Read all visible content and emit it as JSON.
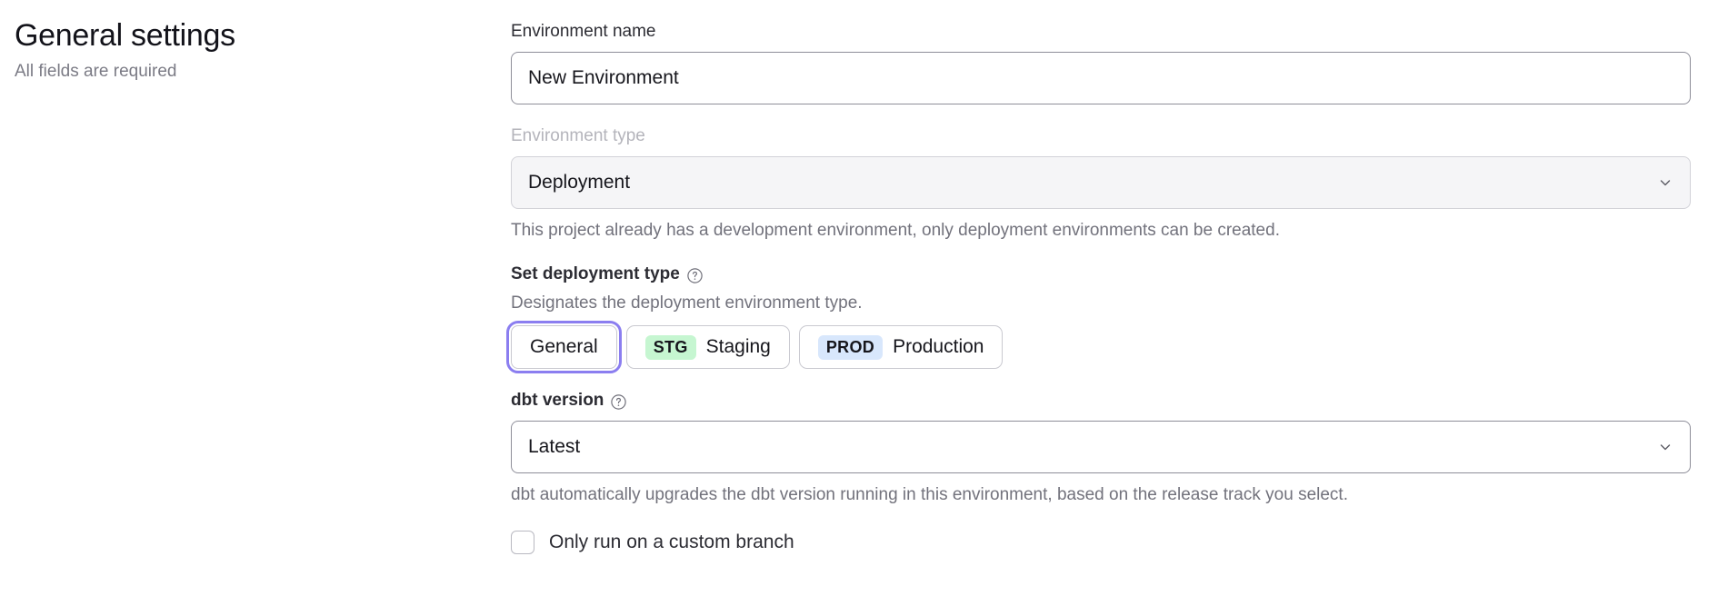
{
  "left": {
    "title": "General settings",
    "subtitle": "All fields are required"
  },
  "form": {
    "environment_name": {
      "label": "Environment name",
      "value": "New Environment"
    },
    "environment_type": {
      "label": "Environment type",
      "value": "Deployment",
      "disabled": true,
      "helper": "This project already has a development environment, only deployment environments can be created.",
      "chevron": "chevron-down-icon"
    },
    "deployment_type": {
      "label": "Set deployment type",
      "help_icon": "help-circle-icon",
      "description": "Designates the deployment environment type.",
      "options": [
        {
          "label": "General",
          "badge": "",
          "selected": true
        },
        {
          "label": "Staging",
          "badge": "STG",
          "selected": false
        },
        {
          "label": "Production",
          "badge": "PROD",
          "selected": false
        }
      ]
    },
    "dbt_version": {
      "label": "dbt version",
      "help_icon": "help-circle-icon",
      "value": "Latest",
      "helper": "dbt automatically upgrades the dbt version running in this environment, based on the release track you select.",
      "chevron": "chevron-down-icon"
    },
    "custom_branch": {
      "label": "Only run on a custom branch",
      "checked": false
    }
  },
  "colors": {
    "focus_ring": "#8b7ef0",
    "badge_staging_bg": "#c6f6d1",
    "badge_production_bg": "#d8e7fc",
    "disabled_field_bg": "#f5f5f7",
    "muted_text": "#72727c"
  }
}
